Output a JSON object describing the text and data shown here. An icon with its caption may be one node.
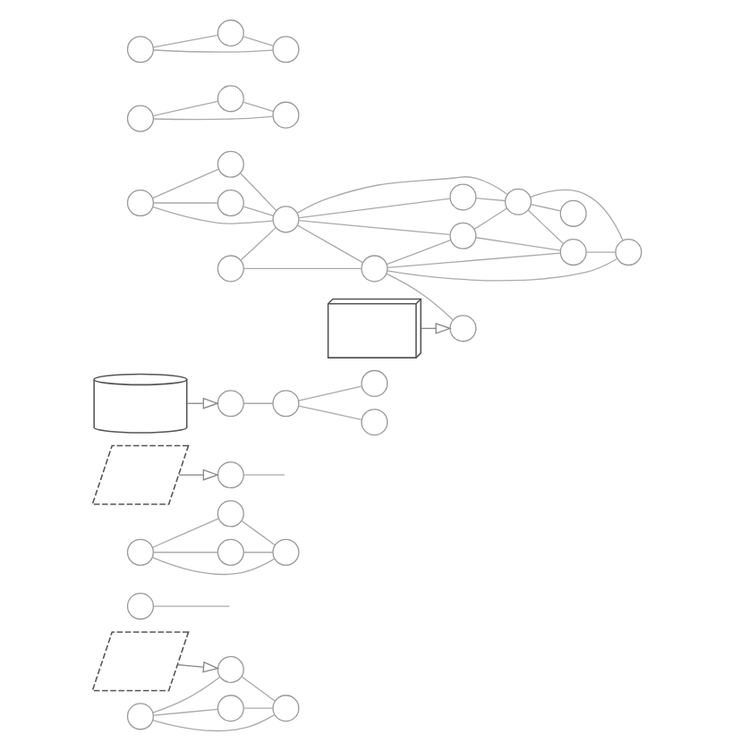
{
  "diagram": {
    "nodes": [
      {
        "text": [],
        "shape": "picture"
      },
      {
        "text": [],
        "shape": "circle"
      },
      {
        "text": [],
        "shape": "circle"
      },
      {
        "text": [],
        "shape": "circle"
      },
      {
        "text": [],
        "shape": "circle"
      },
      {
        "text": [],
        "shape": "circle"
      },
      {
        "text": [],
        "shape": "circle"
      },
      {
        "text": [],
        "shape": "circle"
      },
      {
        "text": [],
        "shape": "circle"
      },
      {
        "text": [],
        "shape": "circle"
      },
      {
        "text": [],
        "shape": "picture"
      },
      {
        "text": [],
        "shape": "circle"
      },
      {
        "text": [],
        "shape": "picture"
      },
      {
        "text": [],
        "shape": "circle"
      },
      {
        "text": [],
        "shape": "circle"
      },
      {
        "text": [],
        "shape": "circle"
      },
      {
        "text": [],
        "shape": "circle"
      },
      {
        "text": [],
        "shape": "circle"
      },
      {
        "text": [],
        "shape": "circle"
      },
      {
        "text": [],
        "shape": "circle"
      },
      {
        "text": [],
        "shape": "circle"
      },
      {
        "text": [],
        "shape": "circle"
      },
      {
        "text": [],
        "shape": "circle"
      },
      {
        "text": [],
        "shape": "picture"
      },
      {
        "text": [],
        "shape": "circle"
      },
      {
        "text": [],
        "shape": "circle"
      },
      {
        "text": [],
        "shape": "circle"
      },
      {
        "text": [],
        "shape": "circle"
      },
      {
        "text": [],
        "shape": "circle"
      },
      {
        "text": [],
        "shape": "circle"
      },
      {
        "text": [],
        "shape": "circle"
      },
      {
        "text": [],
        "shape": "circle"
      },
      {
        "text": [],
        "shape": "circle"
      },
      {
        "text": [],
        "shape": "circle"
      },
      {
        "text": [],
        "shape": "circle"
      },
      {
        "text": [],
        "shape": "circle"
      },
      {
        "text": [],
        "shape": "circle"
      }
    ],
    "edges": [
      {
        "from": 0,
        "to": 4,
        "arrow": "to"
      },
      {
        "from": 1,
        "to": 2,
        "arrow": "none"
      },
      {
        "from": 1,
        "to": 4,
        "arrow": "none"
      },
      {
        "from": 1,
        "to": 5,
        "arrow": "none"
      },
      {
        "from": 2,
        "to": 5,
        "arrow": "none"
      },
      {
        "from": 4,
        "to": 5,
        "arrow": "none"
      },
      {
        "from": 3,
        "to": null,
        "arrow": "none"
      },
      {
        "from": 6,
        "to": 7,
        "arrow": "none"
      },
      {
        "from": 6,
        "to": 8,
        "arrow": "none"
      },
      {
        "from": 6,
        "to": 9,
        "arrow": "none"
      },
      {
        "from": 7,
        "to": 9,
        "arrow": "none"
      },
      {
        "from": 8,
        "to": 9,
        "arrow": "none"
      },
      {
        "from": 10,
        "to": 11,
        "arrow": "to"
      },
      {
        "from": 11,
        "to": null,
        "arrow": "none"
      },
      {
        "from": 12,
        "to": 13,
        "arrow": "to"
      },
      {
        "from": 13,
        "to": 14,
        "arrow": "none"
      },
      {
        "from": 14,
        "to": 15,
        "arrow": "none"
      },
      {
        "from": 14,
        "to": 16,
        "arrow": "none"
      },
      {
        "from": 17,
        "to": 18,
        "arrow": "none"
      },
      {
        "from": 17,
        "to": 19,
        "arrow": "none"
      },
      {
        "from": 17,
        "to": 21,
        "arrow": "none"
      },
      {
        "from": 18,
        "to": 21,
        "arrow": "none"
      },
      {
        "from": 19,
        "to": 21,
        "arrow": "none"
      },
      {
        "from": 20,
        "to": 21,
        "arrow": "none"
      },
      {
        "from": 21,
        "to": 22,
        "arrow": "none"
      },
      {
        "from": 20,
        "to": 24,
        "arrow": "none"
      },
      {
        "from": 22,
        "to": 26,
        "arrow": "none"
      },
      {
        "from": 21,
        "to": 24,
        "arrow": "none"
      },
      {
        "from": 21,
        "to": 25,
        "arrow": "none"
      },
      {
        "from": 21,
        "to": 26,
        "arrow": "none"
      },
      {
        "from": 24,
        "to": 25,
        "arrow": "none"
      },
      {
        "from": 25,
        "to": 26,
        "arrow": "none"
      },
      {
        "from": 24,
        "to": 27,
        "arrow": "none"
      },
      {
        "from": 26,
        "to": 29,
        "arrow": "none"
      },
      {
        "from": 25,
        "to": 28,
        "arrow": "none"
      },
      {
        "from": 24,
        "to": 28,
        "arrow": "none"
      },
      {
        "from": 24,
        "to": 30,
        "arrow": "none"
      },
      {
        "from": 26,
        "to": 28,
        "arrow": "none"
      },
      {
        "from": 26,
        "to": 30,
        "arrow": "none"
      },
      {
        "from": 28,
        "to": 30,
        "arrow": "none"
      },
      {
        "from": 23,
        "to": 27,
        "arrow": "to"
      },
      {
        "from": 31,
        "to": 33,
        "arrow": "none"
      },
      {
        "from": 31,
        "to": 34,
        "arrow": "none"
      },
      {
        "from": 33,
        "to": 34,
        "arrow": "none"
      },
      {
        "from": 32,
        "to": 35,
        "arrow": "none"
      },
      {
        "from": 32,
        "to": 36,
        "arrow": "none"
      },
      {
        "from": 35,
        "to": 36,
        "arrow": "none"
      }
    ]
  }
}
